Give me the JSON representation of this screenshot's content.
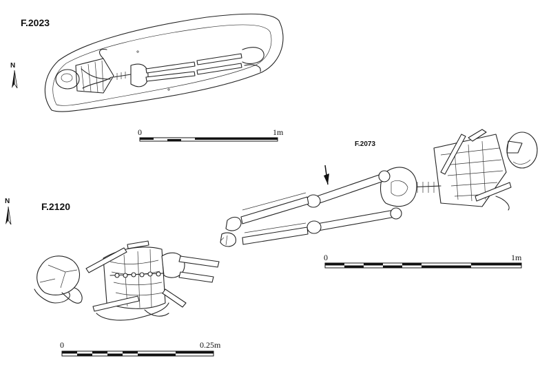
{
  "burials": [
    {
      "id": "f2023",
      "label": "F.2023",
      "scale_start": "0",
      "scale_end": "1m"
    },
    {
      "id": "f2073",
      "label": "F.2073",
      "scale_start": "0",
      "scale_end": "1m"
    },
    {
      "id": "f2120",
      "label": "F.2120",
      "scale_start": "0",
      "scale_end": "0.25m"
    }
  ],
  "north_label": "N",
  "icons": [
    "north-arrow-icon"
  ]
}
